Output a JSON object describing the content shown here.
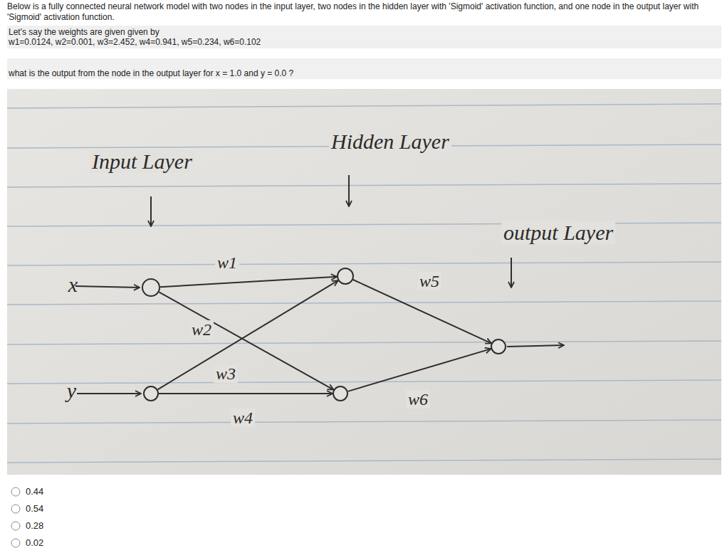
{
  "diagram": {
    "title": "Below is a fully connected neural network model with two nodes in the input layer, two nodes in the hidden layer with 'Sigmoid' activation function, and one node in the output layer with 'Sigmoid' activation function.",
    "nodes": [
      {
        "text": [
          "x"
        ]
      },
      {
        "text": [
          "y"
        ]
      },
      {
        "text": []
      },
      {
        "text": []
      },
      {
        "text": []
      }
    ],
    "edges": [
      {
        "from": 0,
        "to": 2,
        "arrow": "to",
        "label": "w1"
      },
      {
        "from": 0,
        "to": 3,
        "arrow": "to",
        "label": "w2"
      },
      {
        "from": 1,
        "to": 2,
        "arrow": "to",
        "label": "w3"
      },
      {
        "from": 1,
        "to": 3,
        "arrow": "to",
        "label": "w4"
      },
      {
        "from": 2,
        "to": 4,
        "arrow": "to",
        "label": "w5"
      },
      {
        "from": 3,
        "to": 4,
        "arrow": "to",
        "label": "w6"
      }
    ],
    "labels": [
      "Let's say the weights are given given by",
      "w1=0.0124, w2=0.001, w3=2.452, w4=0.941, w5=0.234, w6=0.102",
      "what is the output from the node in the output layer for x = 1.0 and y = 0.0 ?",
      "Input Layer",
      "Hidden Layer",
      "output Layer",
      "0.44",
      "0.54",
      "0.28",
      "0.02"
    ]
  }
}
